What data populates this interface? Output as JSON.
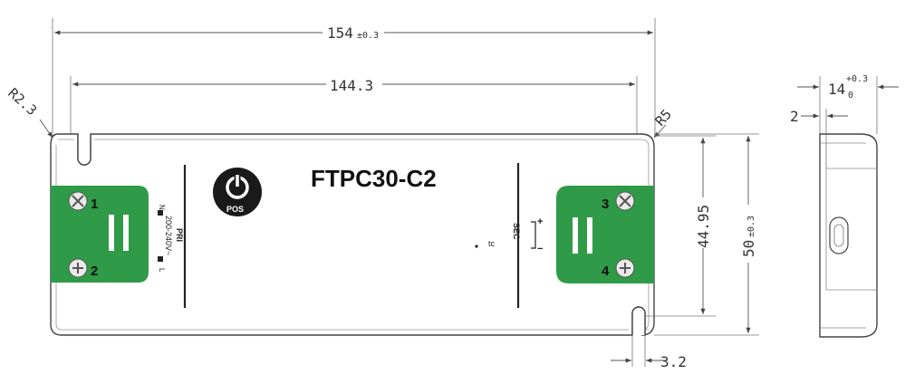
{
  "model": "FTPC30-C2",
  "logo_text": "POS",
  "dimensions": {
    "total_length": "154",
    "total_length_tol": "±0.3",
    "hole_pitch": "144.3",
    "hole_pitch_vertical": "44.95",
    "total_width": "50",
    "total_width_tol": "±0.3",
    "thickness": "14",
    "thickness_tol_upper": "+0.3",
    "thickness_tol_lower": "0",
    "side_step": "2",
    "slot_width": "3.2",
    "radius_left": "R2.3",
    "radius_right": "R5"
  },
  "primary": {
    "label": "PRI",
    "voltage": "200-240V~",
    "n_label": "N",
    "l_label": "L",
    "terminals": [
      "1",
      "2"
    ]
  },
  "secondary": {
    "label": "SEC",
    "plus": "+",
    "minus": "−",
    "terminals": [
      "3",
      "4"
    ]
  },
  "tc_label": "tc",
  "colors": {
    "terminal_green": "#2f9a48",
    "outline": "#444444",
    "dim_line": "#555555",
    "logo": "#1a1a1a"
  }
}
